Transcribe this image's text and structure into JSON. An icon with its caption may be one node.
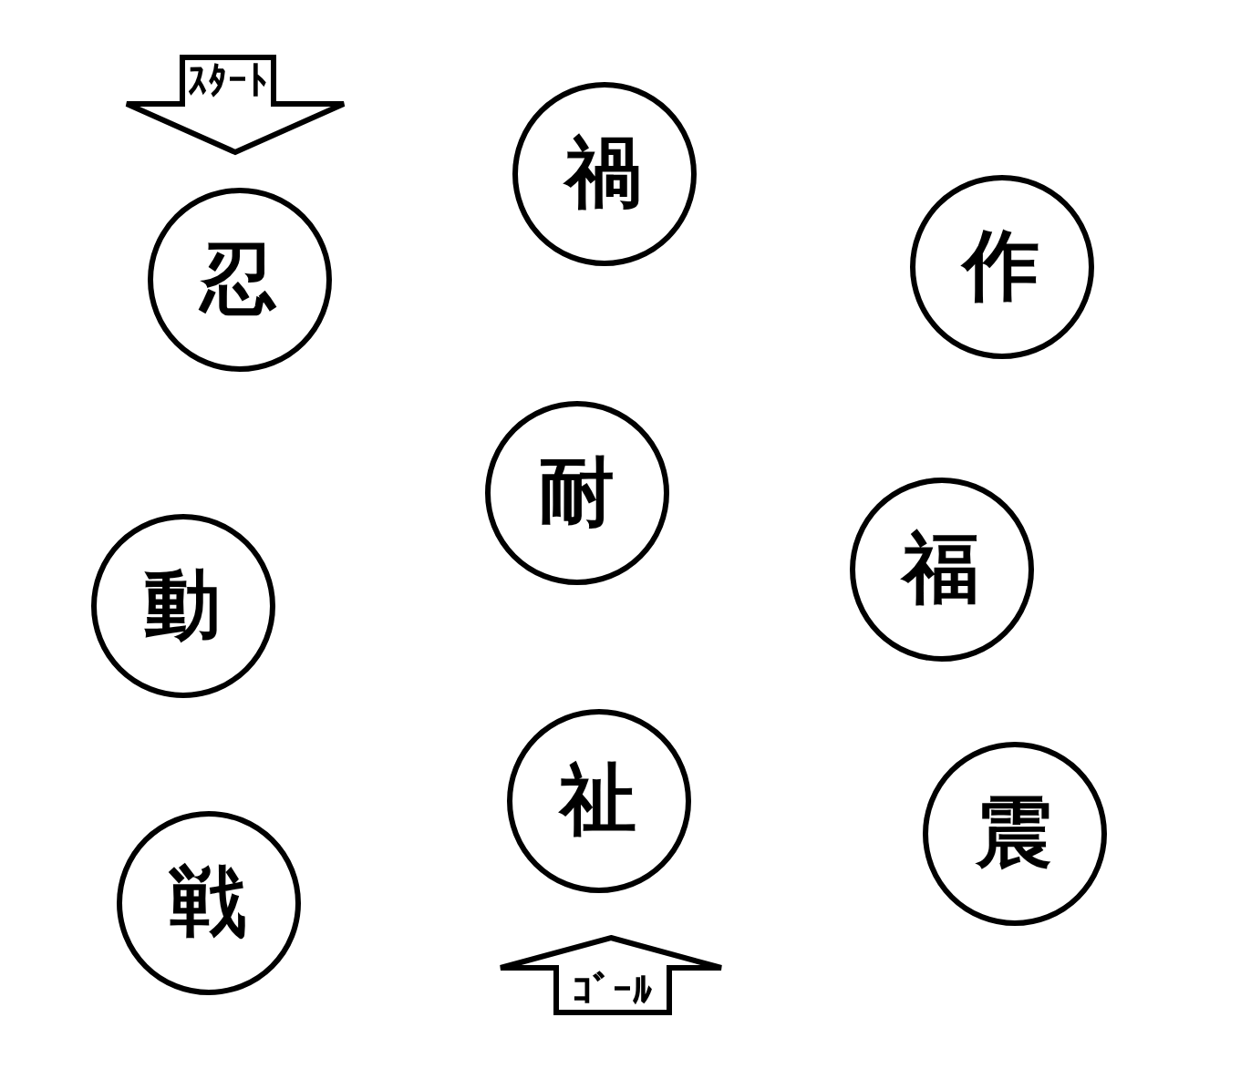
{
  "diagram": {
    "nodes": [
      {
        "text": [
          "ｽﾀｰﾄ"
        ]
      },
      {
        "text": [
          "忍"
        ]
      },
      {
        "text": [
          "禍"
        ]
      },
      {
        "text": [
          "作"
        ]
      },
      {
        "text": [
          "耐"
        ]
      },
      {
        "text": [
          "動"
        ]
      },
      {
        "text": [
          "福"
        ]
      },
      {
        "text": [
          "祉"
        ]
      },
      {
        "text": [
          "震"
        ]
      },
      {
        "text": [
          "戦"
        ]
      },
      {
        "text": [
          "ｺﾞｰﾙ"
        ]
      }
    ]
  }
}
